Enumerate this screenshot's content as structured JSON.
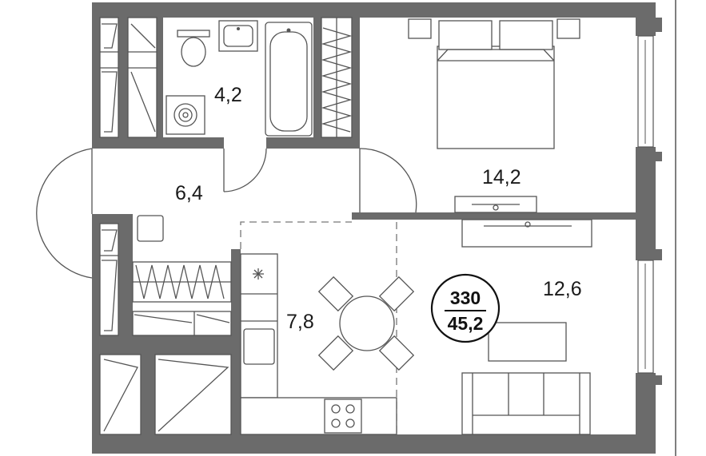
{
  "colors": {
    "wall": "#6b6b6b",
    "line": "#555555",
    "background": "#ffffff",
    "text": "#1a1a1a"
  },
  "rooms": {
    "bathroom": "4,2",
    "hallway": "6,4",
    "bedroom": "14,2",
    "kitchen": "7,8",
    "living": "12,6"
  },
  "badge": {
    "number": "330",
    "total_area": "45,2"
  }
}
